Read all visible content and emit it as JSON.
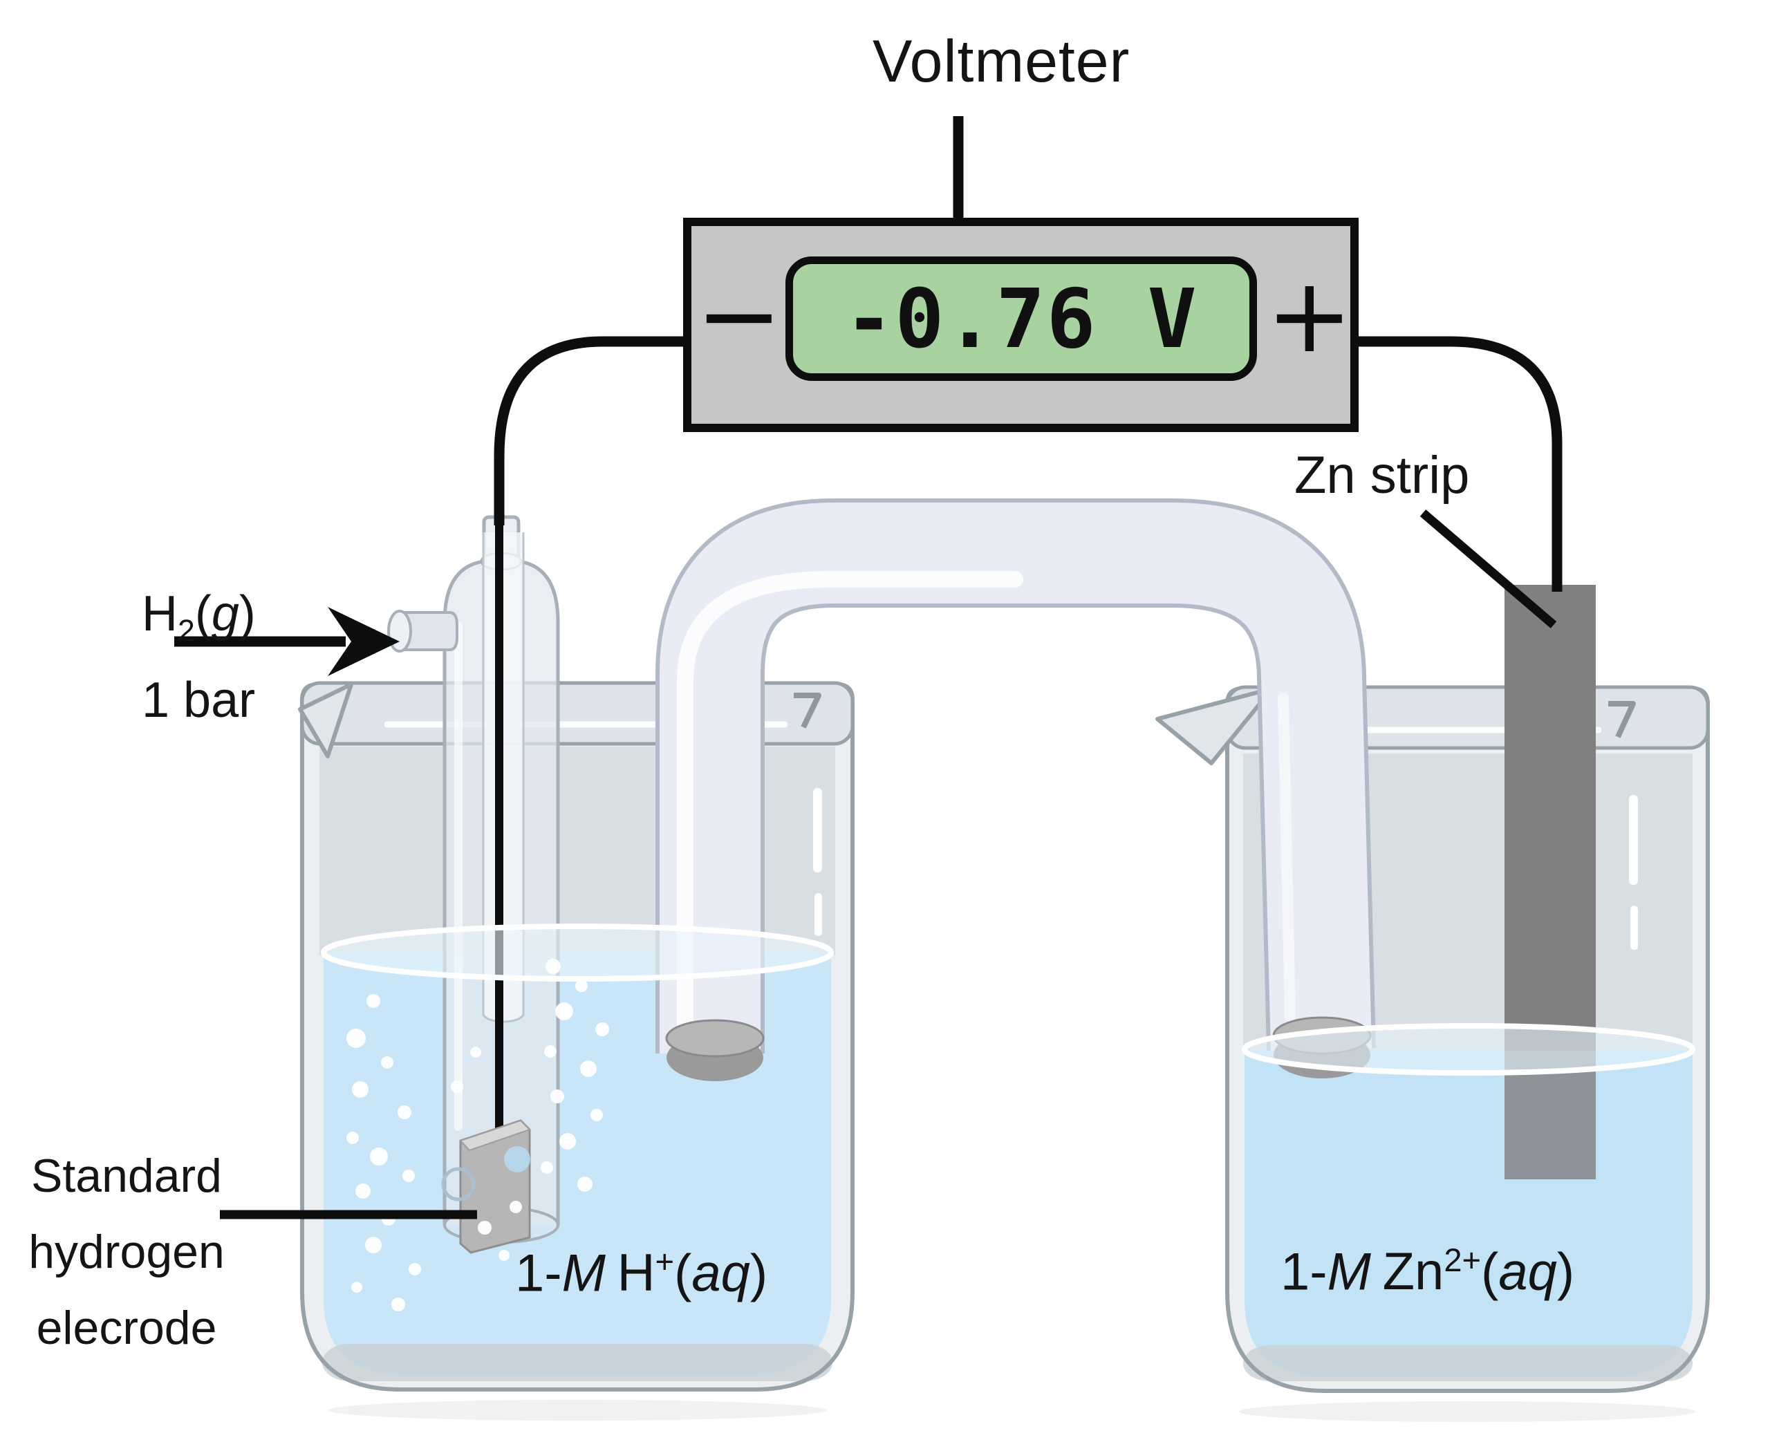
{
  "voltmeter": {
    "label": "Voltmeter",
    "reading": "-0.76 V",
    "minus": "−",
    "plus": "+"
  },
  "labels": {
    "zn_strip": "Zn strip",
    "h2_gas": {
      "element": "H",
      "subscript": "2",
      "open": "(",
      "state": "g",
      "close": ")"
    },
    "pressure": "1 bar",
    "she_line1": "Standard",
    "she_line2": "hydrogen",
    "she_line3": "elecrode",
    "left_solution": {
      "prefix": "1-",
      "molarity": "M",
      "species": "H",
      "charge": "+",
      "open": "(",
      "phase": "aq",
      "close": ")"
    },
    "right_solution": {
      "prefix": "1-",
      "molarity": "M",
      "species": "Zn",
      "charge": "2+",
      "open": "(",
      "phase": "aq",
      "close": ")"
    }
  },
  "colors": {
    "wire": "#0d0d0d",
    "voltmeter_body": "#c6c6c6",
    "display_bg": "#a8d2a0",
    "display_border": "#0d0d0d",
    "display_text": "#101010",
    "label_text": "#141414",
    "solution_left": "#c8e6f7",
    "solution_right": "#c2e2f6",
    "glass_edge": "#97a2a8",
    "salt_bridge": "#e9ecf5",
    "salt_bridge_edge": "#b3bac7",
    "zinc": "#808080",
    "zinc_submerged": "#8e9399",
    "plug": "#9a9a9a",
    "electrode": "#b6b6b6"
  }
}
